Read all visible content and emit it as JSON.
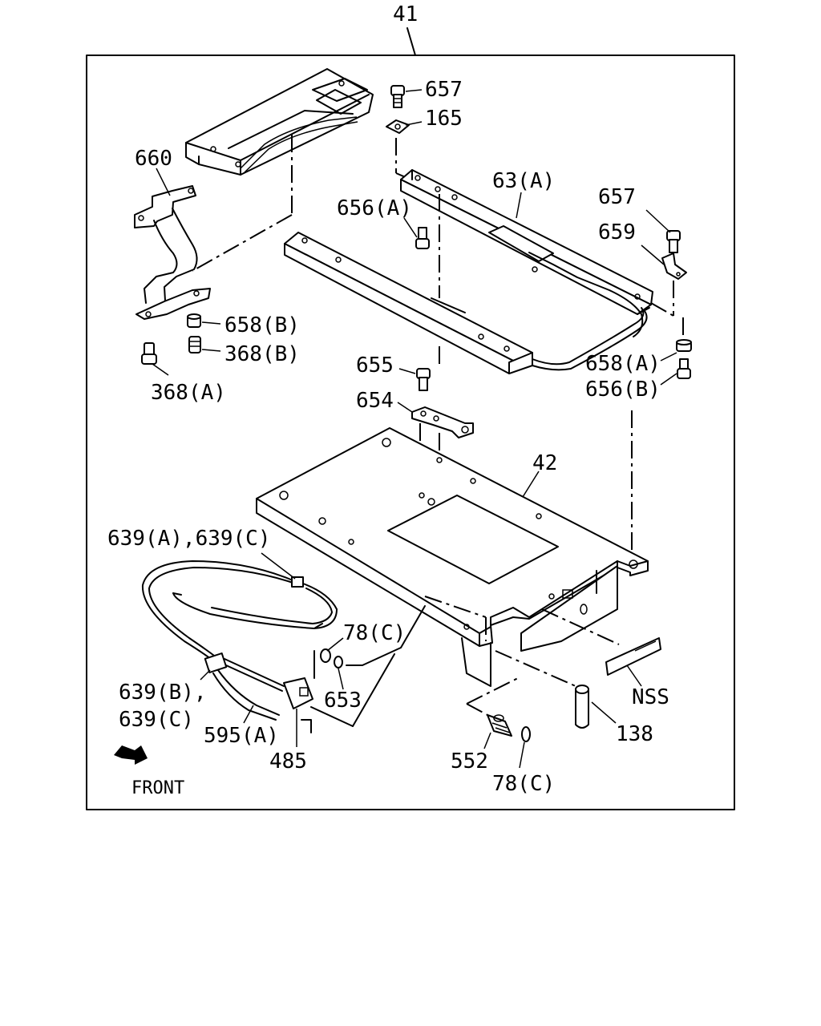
{
  "diagram": {
    "callouts": {
      "assembly": "41",
      "c657_top": "657",
      "c165": "165",
      "c660": "660",
      "c63a": "63(A)",
      "c656a": "656(A)",
      "c657_right": "657",
      "c659": "659",
      "c658b": "658(B)",
      "c368b": "368(B)",
      "c368a": "368(A)",
      "c655": "655",
      "c658a": "658(A)",
      "c656b": "656(B)",
      "c654": "654",
      "c42": "42",
      "c639ac": "639(A),639(C)",
      "c78c_top": "78(C)",
      "c653": "653",
      "c639b": "639(B),",
      "c639c": "639(C)",
      "c595a": "595(A)",
      "c485": "485",
      "cnss": "NSS",
      "c138": "138",
      "c552": "552",
      "c78c_bottom": "78(C)",
      "front": "FRONT"
    }
  }
}
